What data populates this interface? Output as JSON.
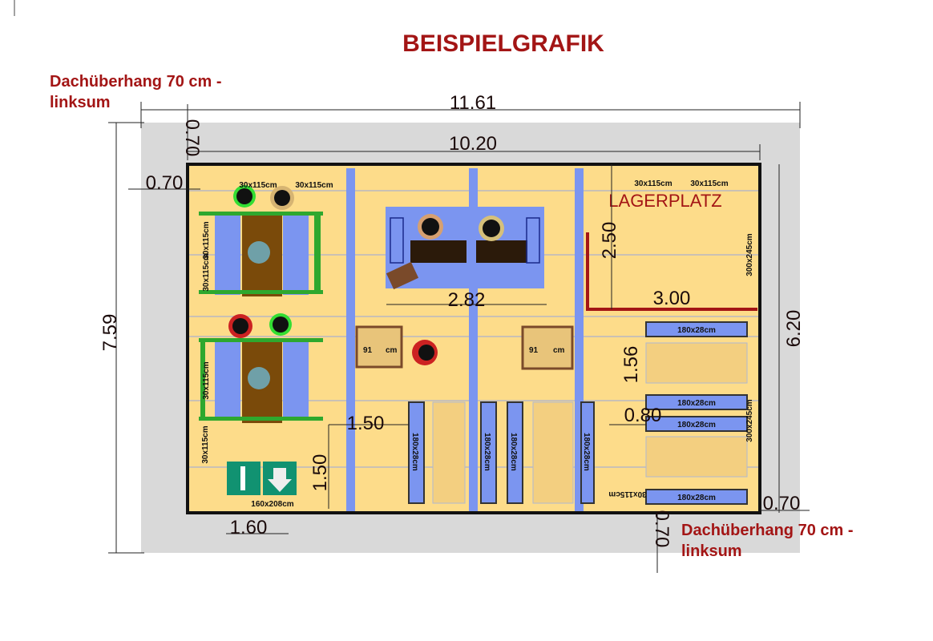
{
  "title": "BEISPIELGRAFIK",
  "roof_note_top": {
    "line1": "Dachüberhang 70 cm -",
    "line2": "linksum"
  },
  "roof_note_bottom": {
    "line1": "Dachüberhang 70 cm -",
    "line2": "linksum"
  },
  "room_label": "LAGERPLATZ",
  "dimensions": {
    "total_width": "11.61",
    "inner_width": "10.20",
    "top_overhang": "0.70",
    "left_overhang": "0.70",
    "total_height": "7.59",
    "inner_height": "6.20",
    "counter_width": "2.82",
    "storage_height": "2.50",
    "storage_width": "3.00",
    "shelf_gap": "1.56",
    "shelf_spacing": "0.80",
    "aisle_width": "1.50",
    "aisle_height": "1.50",
    "door_width": "1.60",
    "right_overhang": "0.70",
    "bottom_overhang": "0.70"
  },
  "furniture_labels": {
    "window_1": "30x115cm",
    "window_2": "30x115cm",
    "window_3": "30x115cm",
    "window_4": "30x115cm",
    "left_window_1": "30x115cm",
    "left_window_2": "30x115cm",
    "left_window_3": "30x115cm",
    "left_window_4": "30x115cm",
    "right_wall_1": "300x245cm",
    "right_wall_2": "300x245cm",
    "table_1_a": "91",
    "table_1_b": "cm",
    "table_2_a": "91",
    "table_2_b": "cm",
    "shelf_h1": "180x28cm",
    "shelf_h2": "180x28cm",
    "shelf_h3": "180x28cm",
    "shelf_h4": "180x28cm",
    "shelf_v1": "180x28cm",
    "shelf_v2": "180x28cm",
    "shelf_v3": "180x28cm",
    "shelf_v4": "180x28cm",
    "door": "160x208cm",
    "bottom_window": "30x115cm"
  },
  "colors": {
    "title": "#a31515",
    "floor": "#fddc8a",
    "roof": "#d9d9d9",
    "furniture_blue": "#7b95f0",
    "exit_sign": "#119271",
    "wood": "#7a4a0a",
    "green_frame": "#2ea82e"
  },
  "icons": [
    "person-icon",
    "exit-sign-icon",
    "arrow-down-icon",
    "plant-icon"
  ]
}
